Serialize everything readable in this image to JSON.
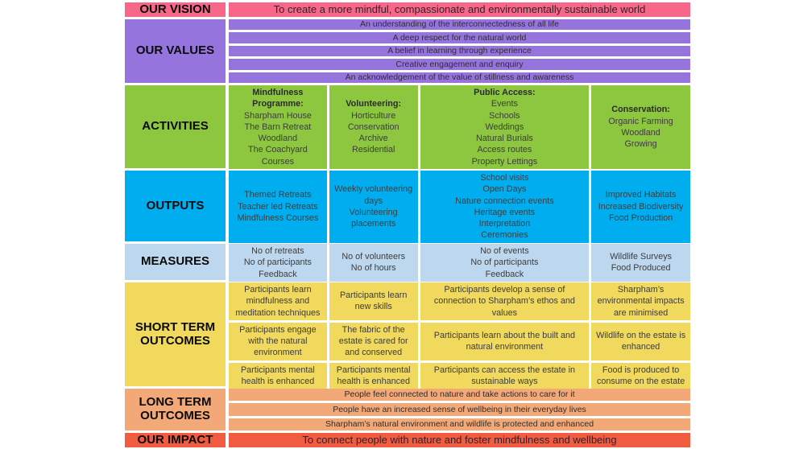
{
  "colors": {
    "vision": "#F8668A",
    "values": "#9674DE",
    "activities": "#8DC63F",
    "outputs": "#00AEEF",
    "measures": "#BDD7EE",
    "short_term": "#F0D95C",
    "long_term": "#F2A877",
    "impact": "#F15B40"
  },
  "vision": {
    "label": "OUR VISION",
    "text": "To create a more mindful, compassionate and environmentally sustainable world"
  },
  "values": {
    "label": "OUR VALUES",
    "items": [
      "An understanding of the interconnectedness of all life",
      "A deep respect for the natural world",
      "A belief in learning through experience",
      "Creative engagement and enquiry",
      "An acknowledgement of the value of stillness and awareness"
    ]
  },
  "activities": {
    "label": "ACTIVITIES",
    "columns": [
      {
        "heading": "Mindfulness Programme:",
        "items": [
          "Sharpham House",
          "The Barn Retreat",
          "Woodland",
          "The Coachyard",
          "Courses"
        ]
      },
      {
        "heading": "Volunteering:",
        "items": [
          "Horticulture",
          "Conservation",
          "Archive",
          "Residential"
        ]
      },
      {
        "heading": "Public Access:",
        "items": [
          "Events",
          "Schools",
          "Weddings",
          "Natural Burials",
          "Access routes",
          "Property Lettings"
        ]
      },
      {
        "heading": "Conservation:",
        "items": [
          "Organic Farming",
          "Woodland",
          "Growing"
        ]
      }
    ]
  },
  "outputs": {
    "label": "OUTPUTS",
    "columns": [
      {
        "items": [
          "Themed Retreats",
          "Teacher led Retreats",
          "Mindfulness Courses"
        ]
      },
      {
        "items": [
          "Weekly volunteering days",
          "Volunteering placements"
        ]
      },
      {
        "items": [
          "School visits",
          "Open Days",
          "Nature connection events",
          "Heritage events",
          "Interpretation",
          "Ceremonies"
        ]
      },
      {
        "items": [
          "Improved Habitats",
          "Increased Biodiversity",
          "Food Production"
        ]
      }
    ]
  },
  "measures": {
    "label": "MEASURES",
    "columns": [
      {
        "items": [
          "No of retreats",
          "No of participants",
          "Feedback"
        ]
      },
      {
        "items": [
          "No of volunteers",
          "No of hours"
        ]
      },
      {
        "items": [
          "No of events",
          "No of participants",
          "Feedback"
        ]
      },
      {
        "items": [
          "Wildlife Surveys",
          "Food Produced"
        ]
      }
    ]
  },
  "short_term": {
    "label": "SHORT TERM OUTCOMES",
    "rows": [
      [
        "Participants learn mindfulness and meditation techniques",
        "Participants learn new skills",
        "Participants develop a sense of connection to Sharpham’s ethos and values",
        "Sharpham’s environmental impacts are minimised"
      ],
      [
        "Participants engage with the natural environment",
        "The fabric of the estate is cared for and conserved",
        "Participants learn about the built and natural environment",
        "Wildlife on the estate is enhanced"
      ],
      [
        "Participants mental health is enhanced",
        "Participants mental health is enhanced",
        "Participants can access the estate in sustainable ways",
        "Food is produced to consume on the estate"
      ]
    ]
  },
  "long_term": {
    "label": "LONG TERM OUTCOMES",
    "items": [
      "People feel connected to nature and take actions to care for it",
      "People have an increased sense of wellbeing in their everyday lives",
      "Sharpham’s natural environment and wildlife is protected and enhanced"
    ]
  },
  "impact": {
    "label": "OUR IMPACT",
    "text": "To connect people with nature and foster mindfulness and wellbeing"
  }
}
